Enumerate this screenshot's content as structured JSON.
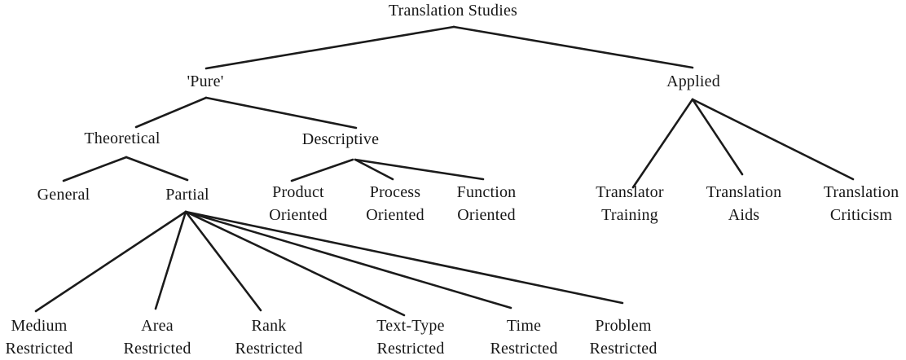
{
  "diagram": {
    "title": "Translation Studies",
    "type": "tree",
    "nodes": {
      "translation_studies": {
        "label": "Translation Studies"
      },
      "pure": {
        "label": "'Pure'"
      },
      "applied": {
        "label": "Applied"
      },
      "theoretical": {
        "label": "Theoretical"
      },
      "descriptive": {
        "label": "Descriptive"
      },
      "general": {
        "label": "General"
      },
      "partial": {
        "label": "Partial"
      },
      "product_oriented": {
        "label": "Product\nOriented"
      },
      "process_oriented": {
        "label": "Process\nOriented"
      },
      "function_oriented": {
        "label": "Function\nOriented"
      },
      "translator_training": {
        "label": "Translator\nTraining"
      },
      "translation_aids": {
        "label": "Translation\nAids"
      },
      "translation_criticism": {
        "label": "Translation\nCriticism"
      },
      "medium_restricted": {
        "label": "Medium\nRestricted"
      },
      "area_restricted": {
        "label": "Area\nRestricted"
      },
      "rank_restricted": {
        "label": "Rank\nRestricted"
      },
      "text_type_restricted": {
        "label": "Text-Type\nRestricted"
      },
      "time_restricted": {
        "label": "Time\nRestricted"
      },
      "problem_restricted": {
        "label": "Problem\nRestricted"
      }
    },
    "edges": [
      [
        "translation_studies",
        "pure"
      ],
      [
        "translation_studies",
        "applied"
      ],
      [
        "pure",
        "theoretical"
      ],
      [
        "pure",
        "descriptive"
      ],
      [
        "theoretical",
        "general"
      ],
      [
        "theoretical",
        "partial"
      ],
      [
        "descriptive",
        "product_oriented"
      ],
      [
        "descriptive",
        "process_oriented"
      ],
      [
        "descriptive",
        "function_oriented"
      ],
      [
        "applied",
        "translator_training"
      ],
      [
        "applied",
        "translation_aids"
      ],
      [
        "applied",
        "translation_criticism"
      ],
      [
        "partial",
        "medium_restricted"
      ],
      [
        "partial",
        "area_restricted"
      ],
      [
        "partial",
        "rank_restricted"
      ],
      [
        "partial",
        "text_type_restricted"
      ],
      [
        "partial",
        "time_restricted"
      ],
      [
        "partial",
        "problem_restricted"
      ]
    ],
    "line_color": "#1b1b1b",
    "background_color": "#ffffff"
  }
}
